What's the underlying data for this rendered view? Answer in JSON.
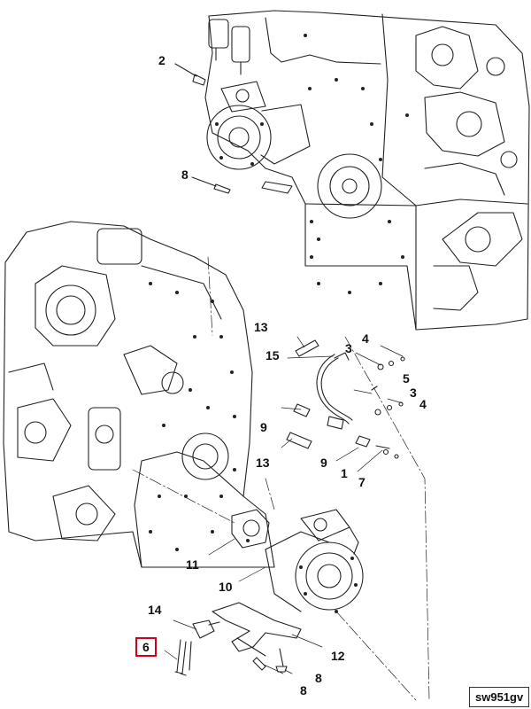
{
  "callouts": {
    "c2": "2",
    "c8_top": "8",
    "c13_a": "13",
    "c15": "15",
    "c3_a": "3",
    "c4_a": "4",
    "c5": "5",
    "c3_b": "3",
    "c4_b": "4",
    "c9_a": "9",
    "c13_b": "13",
    "c9_b": "9",
    "c1": "1",
    "c7": "7",
    "c11": "11",
    "c10": "10",
    "c14": "14",
    "c6": "6",
    "c12": "12",
    "c8_b1": "8",
    "c8_b2": "8"
  },
  "reference_code": "sw951gv",
  "colors": {
    "highlight": "#d0021b",
    "line": "#222222"
  }
}
